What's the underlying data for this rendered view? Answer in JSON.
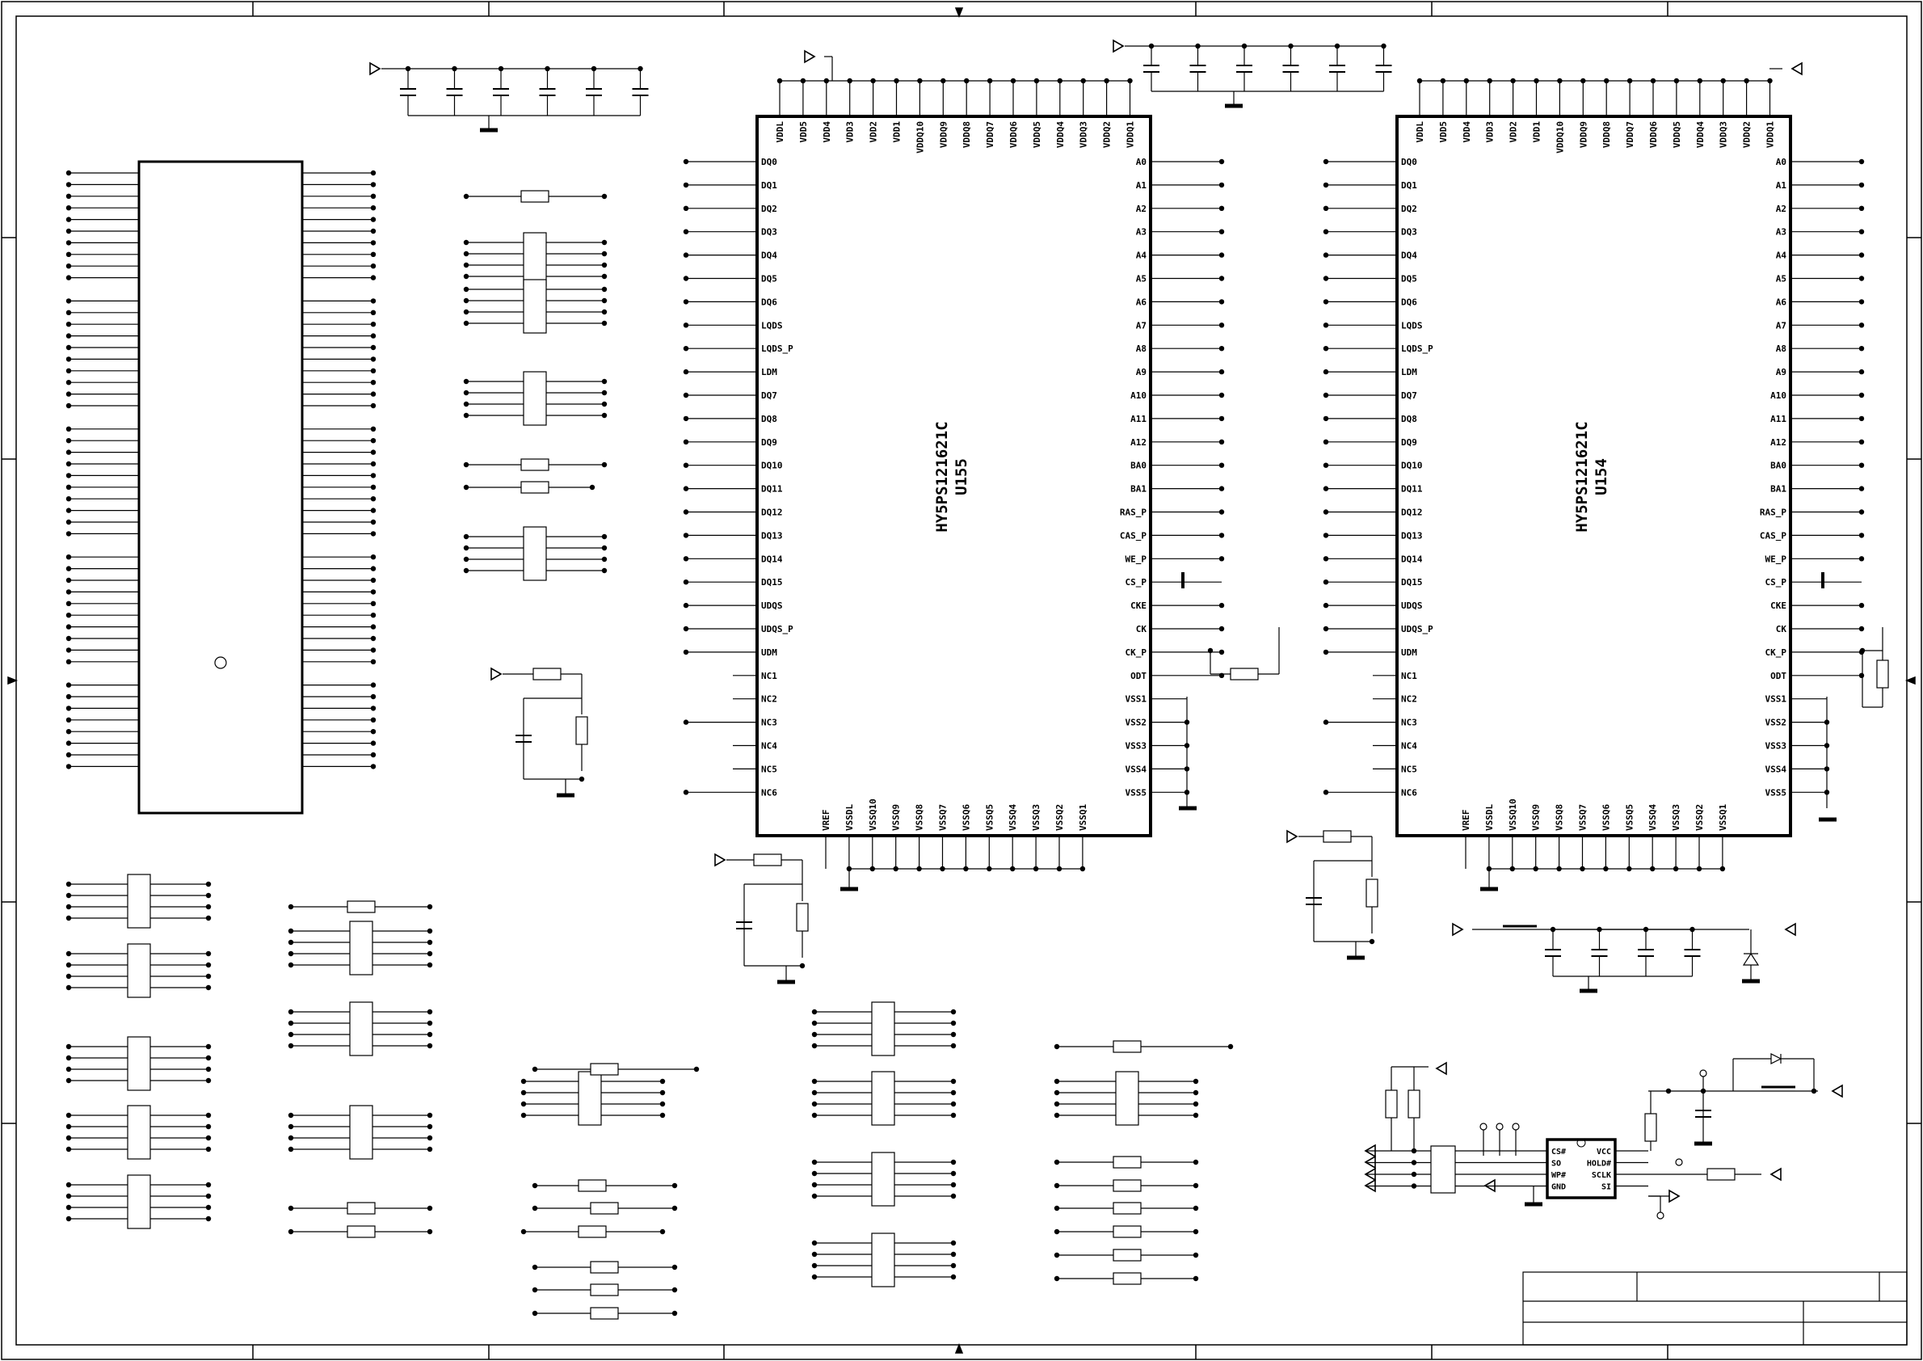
{
  "sheet": {
    "title": "",
    "revision": ""
  },
  "chips": [
    {
      "part": "HY5PS121621C",
      "refdes": "U155",
      "top_pins": [
        "VDDL",
        "VDD5",
        "VDD4",
        "VDD3",
        "VDD2",
        "VDD1",
        "VDDQ10",
        "VDDQ9",
        "VDDQ8",
        "VDDQ7",
        "VDDQ6",
        "VDDQ5",
        "VDDQ4",
        "VDDQ3",
        "VDDQ2",
        "VDDQ1"
      ],
      "left_pins": [
        "DQ0",
        "DQ1",
        "DQ2",
        "DQ3",
        "DQ4",
        "DQ5",
        "DQ6",
        "LQDS",
        "LQDS_P",
        "LDM",
        "DQ7",
        "DQ8",
        "DQ9",
        "DQ10",
        "DQ11",
        "DQ12",
        "DQ13",
        "DQ14",
        "DQ15",
        "UDQS",
        "UDQS_P",
        "UDM",
        "NC1",
        "NC2",
        "NC3",
        "NC4",
        "NC5",
        "NC6"
      ],
      "right_pins": [
        "A0",
        "A1",
        "A2",
        "A3",
        "A4",
        "A5",
        "A6",
        "A7",
        "A8",
        "A9",
        "A10",
        "A11",
        "A12",
        "BA0",
        "BA1",
        "RAS_P",
        "CAS_P",
        "WE_P",
        "CS_P",
        "CKE",
        "CK",
        "CK_P",
        "ODT",
        "VSS1",
        "VSS2",
        "VSS3",
        "VSS4",
        "VSS5"
      ],
      "bottom_pins": [
        "VREF",
        "VSSDL",
        "VSSQ10",
        "VSSQ9",
        "VSSQ8",
        "VSSQ7",
        "VSSQ6",
        "VSSQ5",
        "VSSQ4",
        "VSSQ3",
        "VSSQ2",
        "VSSQ1"
      ]
    },
    {
      "part": "HY5PS121621C",
      "refdes": "U154",
      "top_pins": [
        "VDDL",
        "VDD5",
        "VDD4",
        "VDD3",
        "VDD2",
        "VDD1",
        "VDDQ10",
        "VDDQ9",
        "VDDQ8",
        "VDDQ7",
        "VDDQ6",
        "VDDQ5",
        "VDDQ4",
        "VDDQ3",
        "VDDQ2",
        "VDDQ1"
      ],
      "left_pins": [
        "DQ0",
        "DQ1",
        "DQ2",
        "DQ3",
        "DQ4",
        "DQ5",
        "DQ6",
        "LQDS",
        "LQDS_P",
        "LDM",
        "DQ7",
        "DQ8",
        "DQ9",
        "DQ10",
        "DQ11",
        "DQ12",
        "DQ13",
        "DQ14",
        "DQ15",
        "UDQS",
        "UDQS_P",
        "UDM",
        "NC1",
        "NC2",
        "NC3",
        "NC4",
        "NC5",
        "NC6"
      ],
      "right_pins": [
        "A0",
        "A1",
        "A2",
        "A3",
        "A4",
        "A5",
        "A6",
        "A7",
        "A8",
        "A9",
        "A10",
        "A11",
        "A12",
        "BA0",
        "BA1",
        "RAS_P",
        "CAS_P",
        "WE_P",
        "CS_P",
        "CKE",
        "CK",
        "CK_P",
        "ODT",
        "VSS1",
        "VSS2",
        "VSS3",
        "VSS4",
        "VSS5"
      ],
      "bottom_pins": [
        "VREF",
        "VSSDL",
        "VSSQ10",
        "VSSQ9",
        "VSSQ8",
        "VSSQ7",
        "VSSQ6",
        "VSSQ5",
        "VSSQ4",
        "VSSQ3",
        "VSSQ2",
        "VSSQ1"
      ]
    }
  ],
  "flash": {
    "left_pins": [
      "CS#",
      "SO",
      "WP#",
      "GND"
    ],
    "right_pins": [
      "VCC",
      "HOLD#",
      "SCLK",
      "SI"
    ]
  }
}
